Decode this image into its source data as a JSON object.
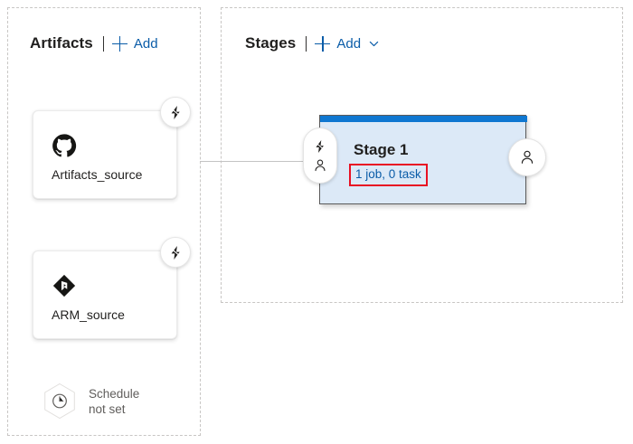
{
  "artifacts_panel": {
    "title": "Artifacts",
    "add_label": "Add",
    "plus_icon": "plus-icon",
    "cards": [
      {
        "label": "Artifacts_source",
        "icon": "github-icon",
        "badge_icon": "lightning-bolt-icon"
      },
      {
        "label": "ARM_source",
        "icon": "azure-repos-icon",
        "badge_icon": "lightning-bolt-icon"
      }
    ],
    "schedule": {
      "icon": "clock-icon",
      "line1": "Schedule",
      "line2": "not set",
      "text": "Schedule\nnot set"
    }
  },
  "stages_panel": {
    "title": "Stages",
    "add_label": "Add",
    "plus_icon": "plus-icon",
    "chevron_icon": "chevron-down-icon",
    "stage": {
      "name": "Stage 1",
      "meta": "1 job, 0 task",
      "pre_deployment": {
        "trigger_icon": "lightning-bolt-icon",
        "approval_icon": "person-icon"
      },
      "post_deployment": {
        "approval_icon": "person-icon"
      }
    }
  },
  "colors": {
    "accent_blue": "#0f77d1",
    "link_blue": "#0a5ca8",
    "stage_fill": "#dce9f7",
    "highlight_red": "#e81123",
    "panel_border": "#c8c6c4",
    "connector": "#c3c3c3"
  }
}
